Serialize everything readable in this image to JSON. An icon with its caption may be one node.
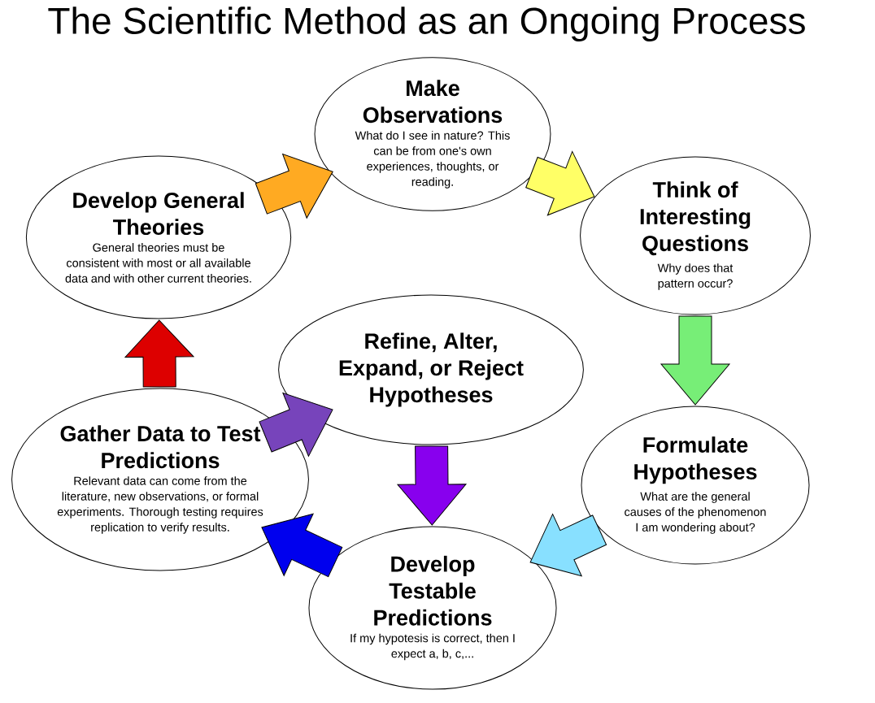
{
  "diagram": {
    "title": "The Scientific Method as an Ongoing Process",
    "nodes": [
      {
        "text": [
          "Make Observations",
          "What do I see in nature? This can be from one's own experiences, thoughts, or reading."
        ]
      },
      {
        "text": [
          "Think of Interesting Questions",
          "Why does that pattern occur?"
        ]
      },
      {
        "text": [
          "Formulate Hypotheses",
          "What are the general causes of the phenomenon I am wondering about?"
        ]
      },
      {
        "text": [
          "Develop Testable Predictions",
          "If my hypotesis is correct, then I expect a, b, c,..."
        ]
      },
      {
        "text": [
          "Gather Data to Test Predictions",
          "Relevant data can come from the literature, new observations, or formal experiments.  Thorough testing requires replication to verify results."
        ]
      },
      {
        "text": [
          "Refine, Alter, Expand, or Reject Hypotheses"
        ]
      },
      {
        "text": [
          "Develop General Theories",
          "General theories must be consistent with most or all available data and with other current theories."
        ]
      }
    ],
    "edges": [
      {
        "from": 0,
        "to": 1,
        "arrow": "to",
        "color": "#ffff66"
      },
      {
        "from": 1,
        "to": 2,
        "arrow": "to",
        "color": "#77ee77"
      },
      {
        "from": 2,
        "to": 3,
        "arrow": "to",
        "color": "#88e0ff"
      },
      {
        "from": 3,
        "to": 4,
        "arrow": "to",
        "color": "#0000ee"
      },
      {
        "from": 4,
        "to": 5,
        "arrow": "to",
        "color": "#7744bb"
      },
      {
        "from": 5,
        "to": 3,
        "arrow": "to",
        "color": "#8800ee"
      },
      {
        "from": 4,
        "to": 6,
        "arrow": "to",
        "color": "#dd0000"
      },
      {
        "from": 6,
        "to": 0,
        "arrow": "to",
        "color": "#ffaa22"
      }
    ]
  }
}
